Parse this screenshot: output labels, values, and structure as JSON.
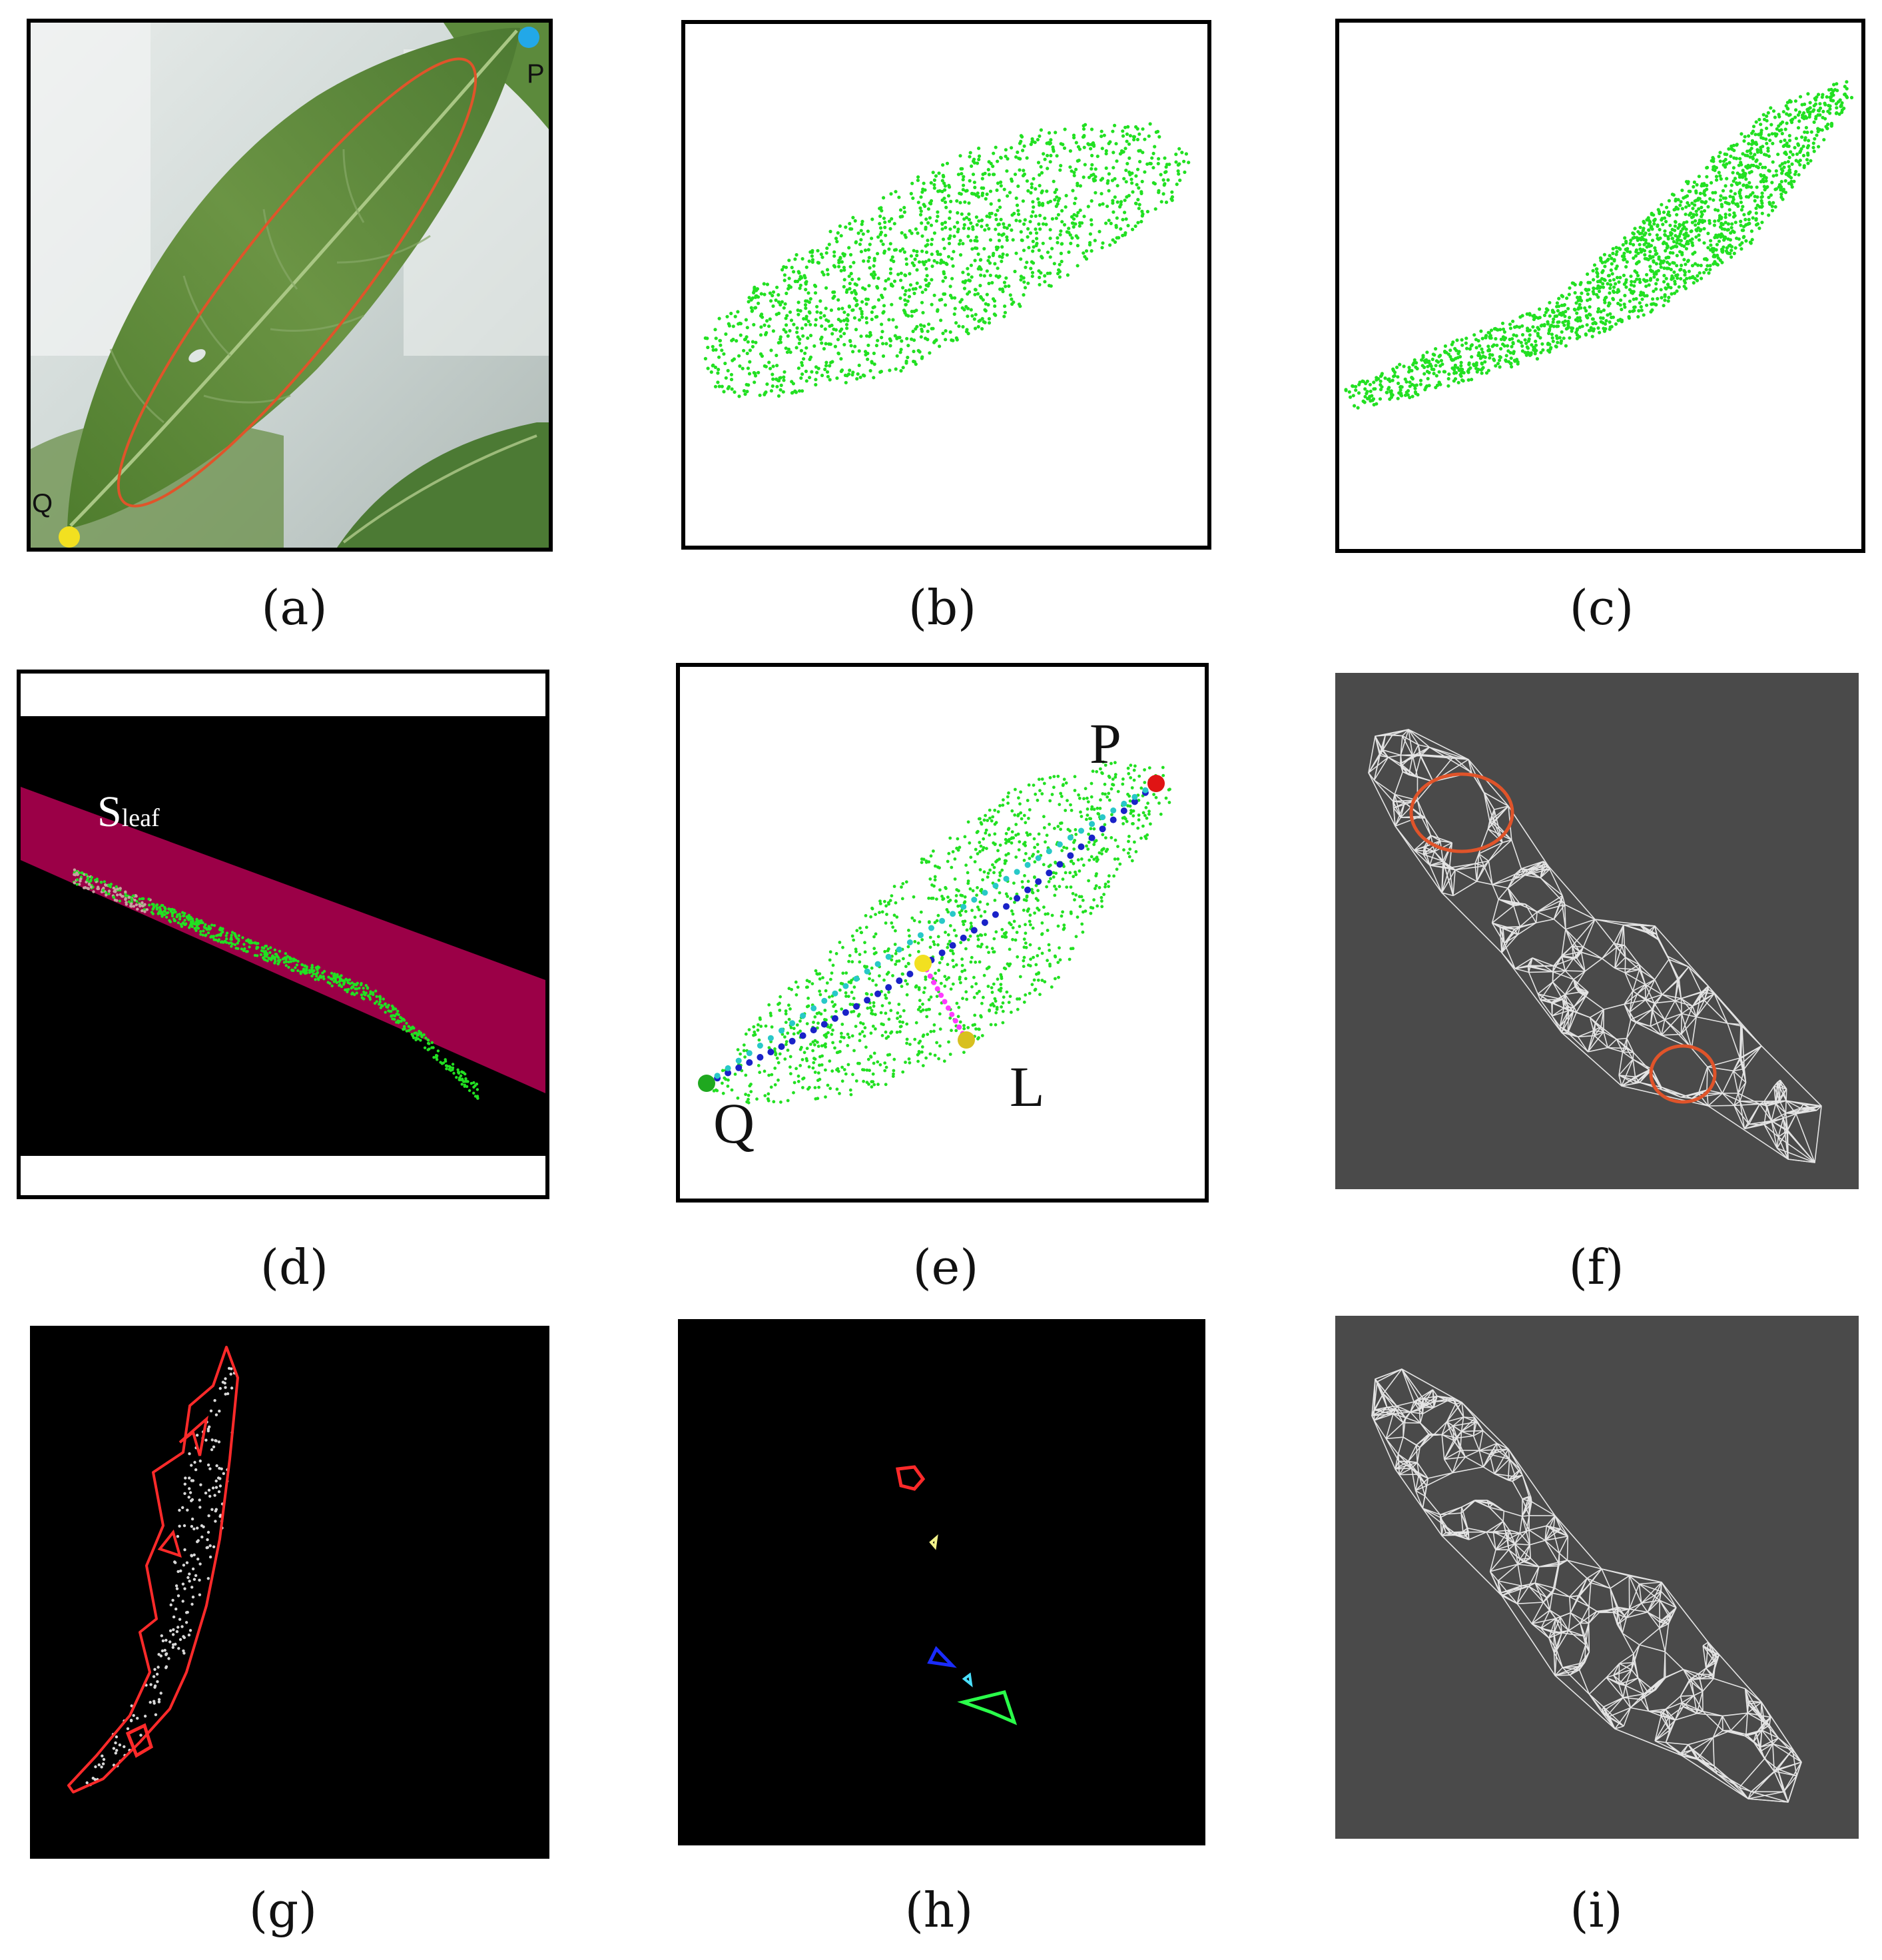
{
  "captions": {
    "a": "(a)",
    "b": "(b)",
    "c": "(c)",
    "d": "(d)",
    "e": "(e)",
    "f": "(f)",
    "g": "(g)",
    "h": "(h)",
    "i": "(i)"
  },
  "panel_a": {
    "label_p": "P",
    "label_q": "Q"
  },
  "panel_d": {
    "label_main": "S",
    "label_sub": "leaf"
  },
  "panel_e": {
    "label_p": "P",
    "label_q": "Q",
    "label_l": "L"
  },
  "colors": {
    "point_cloud": "#22e022",
    "leaf_fill": "#5b8a3a",
    "plane": "#9b0047",
    "ellipse": "#e0542a",
    "mesh_bg": "#4a4a4a",
    "mesh_line": "#f2f2f2",
    "contour": "#ff2a2a",
    "hole_blue": "#1a2cff",
    "hole_green": "#2aff4a",
    "hole_yellow": "#f2f28a",
    "hole_cyan": "#4ae0ff",
    "path_blue": "#1a22c8",
    "path_cyan": "#28c8c8",
    "path_magenta": "#ff3aff",
    "marker_red": "#e01414",
    "marker_green": "#1fa81f",
    "marker_yellow": "#f2e020",
    "marker_blue": "#22a8e8"
  }
}
